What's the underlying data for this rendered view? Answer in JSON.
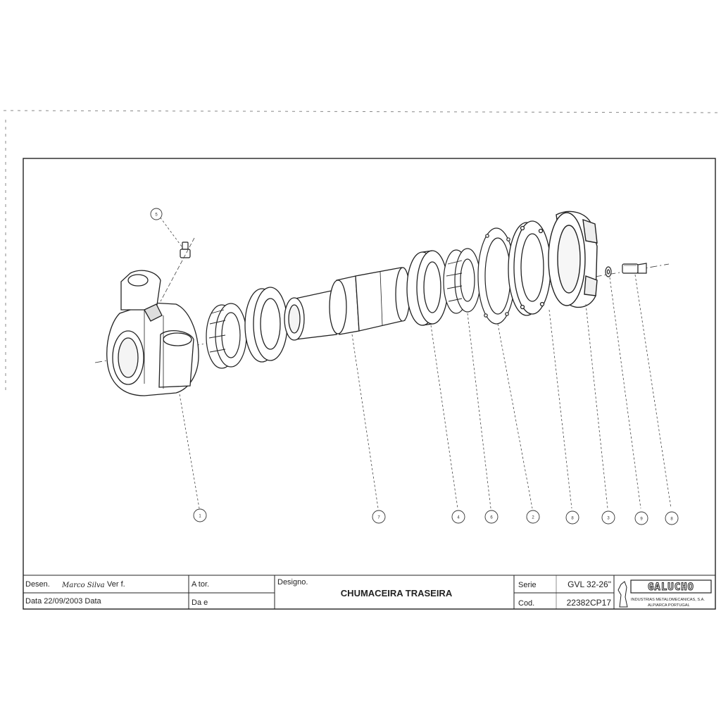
{
  "title_block": {
    "desen_label": "Desen.",
    "desen_signature": "Marco Silva",
    "ver_label": "Ver f.",
    "aprov_label": "A tor.",
    "designation_label": "Designo.",
    "title": "CHUMACEIRA TRASEIRA",
    "date_row": "Data 22/09/2003 Data",
    "data_label": "Da e",
    "serie_label": "Serie",
    "serie_value": "GVL 32-26\"",
    "cod_label": "Cod.",
    "cod_value": "22382CP17",
    "company_logo_text": "GALUCHO",
    "company_name_line1": "INDUSTRIAS METALOMECANICAS, S.A.",
    "company_name_line2": "ALPIARCA  PORTUGAL"
  },
  "callouts": {
    "top": "5",
    "bottom": [
      "1",
      "7",
      "4",
      "6",
      "2",
      "8",
      "3",
      "9",
      "8"
    ]
  }
}
